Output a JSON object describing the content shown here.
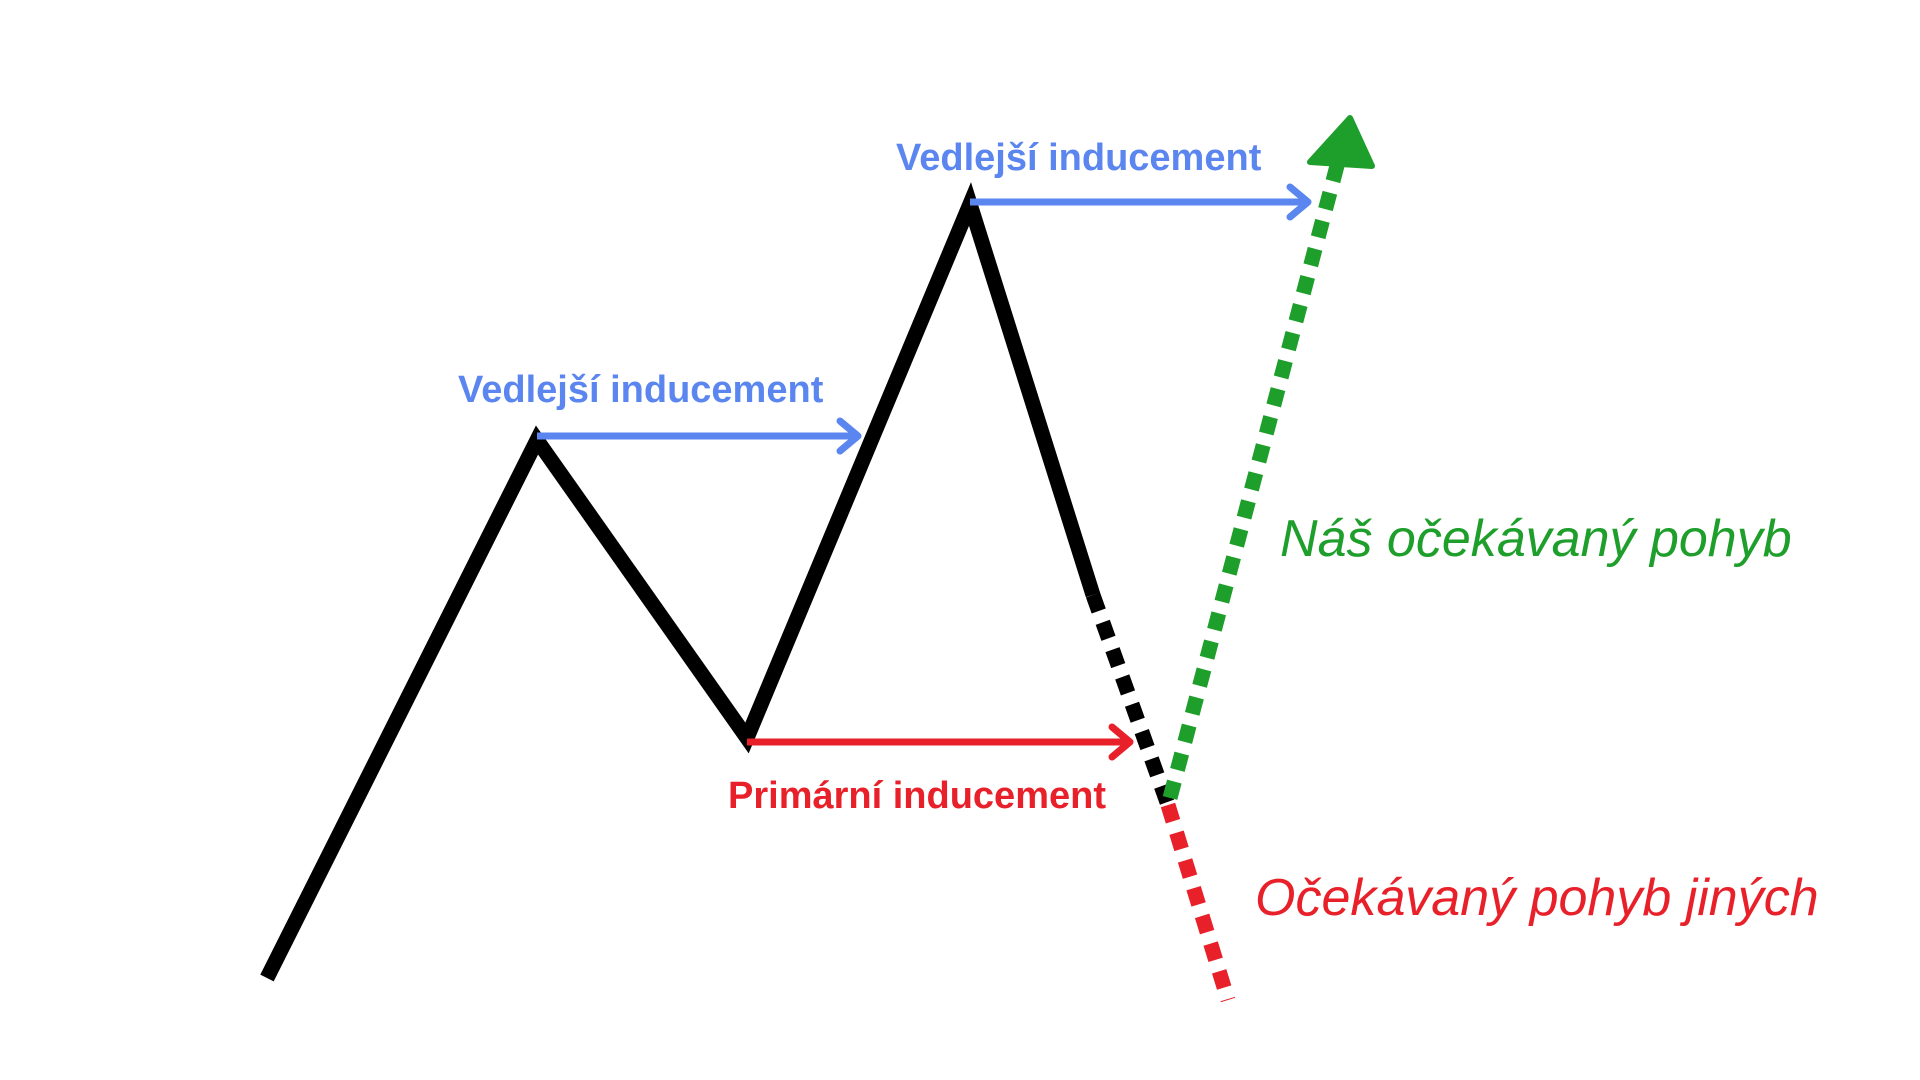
{
  "labels": {
    "secondary_top": "Vedlejší inducement",
    "secondary_left": "Vedlejší inducement",
    "primary": "Primární inducement",
    "our_move": "Náš očekávaný pohyb",
    "others_move": "Očekávaný pohyb jiných"
  },
  "colors": {
    "price_line": "#000000",
    "secondary": "#5b86f0",
    "primary": "#e8202a",
    "our_move": "#1e9e2a",
    "others_move": "#e8202a"
  }
}
